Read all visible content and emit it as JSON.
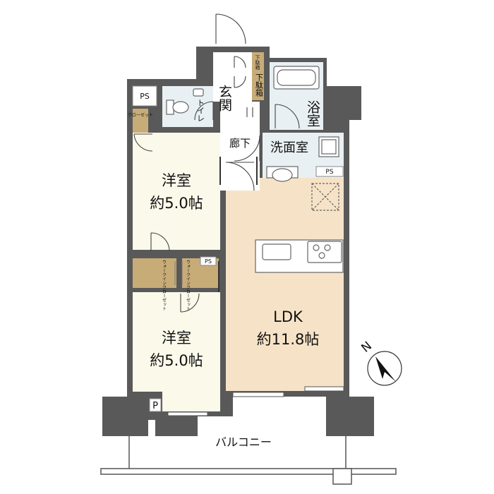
{
  "rooms": {
    "entrance": "玄関",
    "shoe_box_1": "下駄箱",
    "shoe_box_2": "下駄箱",
    "bath": "浴室",
    "toilet": "トイレ",
    "corridor": "廊下",
    "washroom": "洗面室",
    "western_room_1": {
      "name": "洋室",
      "size": "約5.0帖"
    },
    "western_room_2": {
      "name": "洋室",
      "size": "約5.0帖"
    },
    "ldk": {
      "name": "LDK",
      "size": "約11.8帖"
    },
    "closet": "クローゼット",
    "walk_in_closet_1": "ウォークインクローゼット",
    "walk_in_closet_2": "ウォークインクローゼット",
    "balcony": "バルコニー"
  },
  "labels": {
    "ps_1": "PS",
    "ps_2": "PS",
    "ps_3": "PS",
    "parking_mark": "P",
    "north": "N"
  },
  "colors": {
    "wall": "#595959",
    "ldk_floor": "#f6e3c7",
    "room_floor": "#fbf9ea",
    "wet_floor": "#e9f0f4",
    "closet_fill": "#c8ac78"
  }
}
